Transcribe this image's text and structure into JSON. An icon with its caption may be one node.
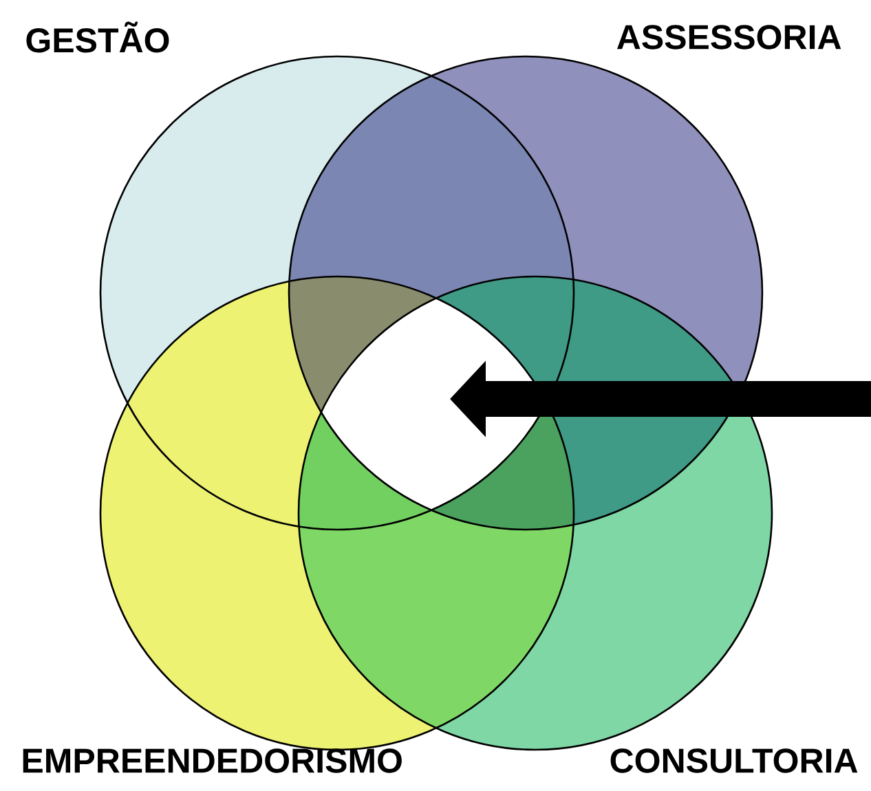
{
  "diagram": {
    "nodes": [
      {
        "text": [
          "GESTÃO"
        ]
      },
      {
        "text": [
          "ASSESSORIA"
        ]
      },
      {
        "text": [
          "EMPREENDEDORISMO"
        ]
      },
      {
        "text": [
          "CONSULTORIA"
        ]
      }
    ]
  }
}
